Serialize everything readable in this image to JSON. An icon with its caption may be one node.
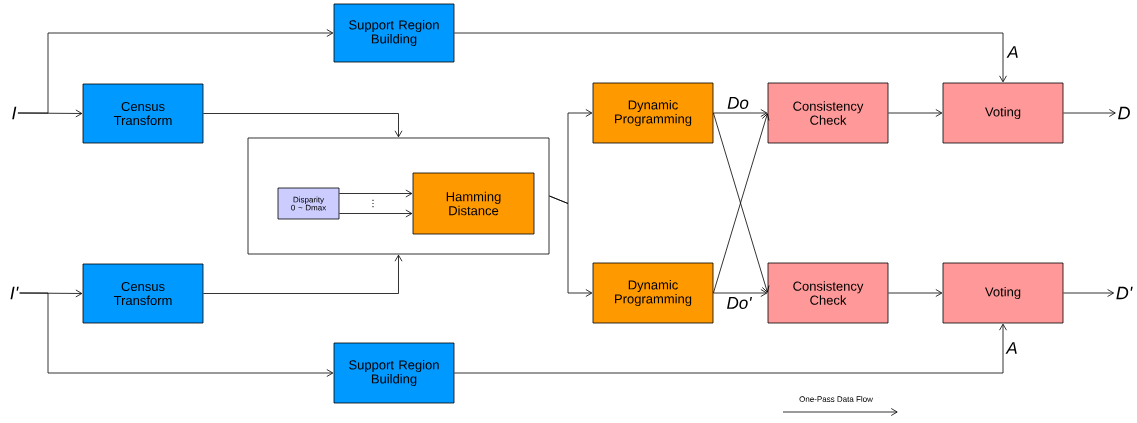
{
  "diagram": {
    "nodes": [
      {
        "text": [
          "I"
        ]
      },
      {
        "text": [
          "I'"
        ]
      },
      {
        "text": [
          "Support Region Building"
        ]
      },
      {
        "text": [
          "Census Transform"
        ]
      },
      {
        "text": [
          "Census Transform"
        ]
      },
      {
        "text": [],
        "shape": "box"
      },
      {
        "text": [
          "Disparity 0 ~ Dmax"
        ],
        "in": 5
      },
      {
        "text": [
          "Hamming Distance"
        ],
        "in": 5
      },
      {
        "text": [
          "Support Region Building"
        ]
      },
      {
        "text": [
          "Dynamic Programming"
        ]
      },
      {
        "text": [
          "Dynamic Programming"
        ]
      },
      {
        "text": [
          "Consistency Check"
        ]
      },
      {
        "text": [
          "Consistency Check"
        ]
      },
      {
        "text": [
          "Voting"
        ]
      },
      {
        "text": [
          "Voting"
        ]
      },
      {
        "text": [
          "D"
        ]
      },
      {
        "text": [
          "D'"
        ]
      }
    ],
    "edges": [
      {
        "from": 0,
        "to": 3,
        "arrow": "to"
      },
      {
        "from": 0,
        "to": 2,
        "arrow": "to"
      },
      {
        "from": 1,
        "to": 4,
        "arrow": "to"
      },
      {
        "from": 1,
        "to": 8,
        "arrow": "to"
      },
      {
        "from": 3,
        "to": 5,
        "arrow": "to"
      },
      {
        "from": 4,
        "to": 5,
        "arrow": "to"
      },
      {
        "from": 6,
        "to": 7,
        "arrow": "to"
      },
      {
        "from": 6,
        "to": 7,
        "arrow": "to"
      },
      {
        "from": 5,
        "to": 9,
        "arrow": "to"
      },
      {
        "from": 5,
        "to": 10,
        "arrow": "to"
      },
      {
        "from": 9,
        "to": 11,
        "arrow": "to",
        "label": "Do"
      },
      {
        "from": 9,
        "to": 12,
        "arrow": "to"
      },
      {
        "from": 10,
        "to": 11,
        "arrow": "to"
      },
      {
        "from": 10,
        "to": 12,
        "arrow": "to",
        "label": "Do'"
      },
      {
        "from": 11,
        "to": 13,
        "arrow": "to"
      },
      {
        "from": 12,
        "to": 14,
        "arrow": "to"
      },
      {
        "from": 13,
        "to": 15,
        "arrow": "to"
      },
      {
        "from": 14,
        "to": 16,
        "arrow": "to"
      },
      {
        "from": 2,
        "to": 13,
        "arrow": "to",
        "label": "A"
      },
      {
        "from": 8,
        "to": 14,
        "arrow": "to",
        "label": "A"
      }
    ],
    "labels": [
      "⋮"
    ],
    "legend": [
      {
        "text": "One-Pass Data Flow"
      }
    ]
  }
}
